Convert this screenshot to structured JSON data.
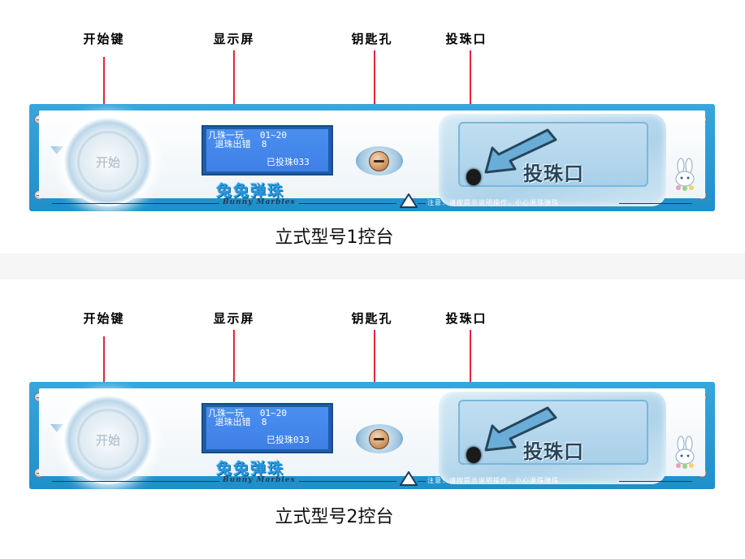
{
  "callouts": {
    "start_key": "开始键",
    "display": "显示屏",
    "key_hole": "钥匙孔",
    "coin_slot": "投珠口"
  },
  "panel": {
    "start_button_label": "开始",
    "lcd": {
      "line1": "几珠一玩   01~20",
      "line2": " 退珠出错  8",
      "line3": "已投珠033"
    },
    "brand_cn": "兔兔弹珠",
    "brand_en": "Bunny Marbles",
    "coin_label": "投珠口",
    "notice": "注意：请按提示说明操作，小心退珠弹珠"
  },
  "captions": {
    "model1": "立式型号1控台",
    "model2": "立式型号2控台"
  },
  "colors": {
    "panel_blue": "#1f8fca",
    "leader_red": "#e3243b",
    "lcd_blue": "#3f7fe6"
  },
  "icons": [
    "arrow-icon",
    "warning-icon",
    "bunny-icon"
  ]
}
